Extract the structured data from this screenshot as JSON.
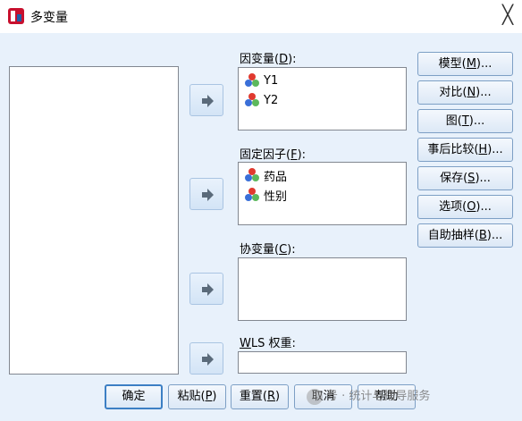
{
  "window": {
    "title": "多变量",
    "close_glyph": "╳"
  },
  "dependent": {
    "label": "因变量(",
    "mnemonic": "D",
    "suffix": "):",
    "items": [
      "Y1",
      "Y2"
    ]
  },
  "fixed_factors": {
    "label": "固定因子(",
    "mnemonic": "F",
    "suffix": "):",
    "items": [
      "药品",
      "性别"
    ]
  },
  "covariates": {
    "label": "协变量(",
    "mnemonic": "C",
    "suffix": "):"
  },
  "wls": {
    "mnemonic": "W",
    "label_rest": "LS 权重:"
  },
  "side_buttons": [
    {
      "pre": "模型(",
      "key": "M",
      "post": ")..."
    },
    {
      "pre": "对比(",
      "key": "N",
      "post": ")..."
    },
    {
      "pre": "图(",
      "key": "T",
      "post": ")..."
    },
    {
      "pre": "事后比较(",
      "key": "H",
      "post": ")..."
    },
    {
      "pre": "保存(",
      "key": "S",
      "post": ")..."
    },
    {
      "pre": "选项(",
      "key": "O",
      "post": ")..."
    },
    {
      "pre": "自助抽样(",
      "key": "B",
      "post": ")..."
    }
  ],
  "bottom_buttons": [
    {
      "text": "确定"
    },
    {
      "pre": "粘贴(",
      "key": "P",
      "post": ")"
    },
    {
      "pre": "重置(",
      "key": "R",
      "post": ")"
    },
    {
      "text": "取消"
    },
    {
      "text": "帮助"
    }
  ],
  "watermark": "号 · 统计与指导服务",
  "icons": {
    "variable": "scale-variable-icon",
    "arrow": "right-arrow-icon"
  }
}
